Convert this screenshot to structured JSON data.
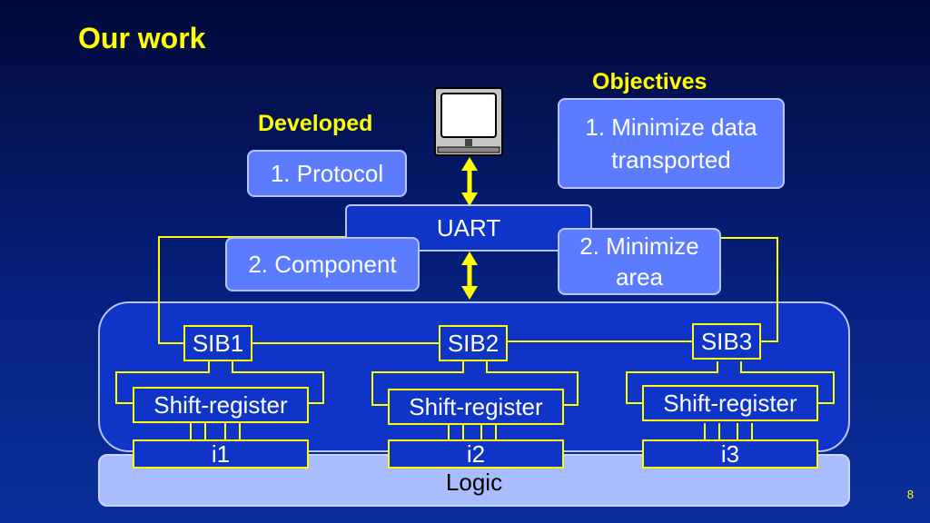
{
  "slide": {
    "title": "Our work",
    "page_number": "8"
  },
  "developed": {
    "heading": "Developed",
    "items": [
      "1. Protocol",
      "2. Component"
    ]
  },
  "objectives": {
    "heading": "Objectives",
    "item1_line1": "1. Minimize data",
    "item1_line2": "transported",
    "item2_line1": "2. Minimize",
    "item2_line2": "area"
  },
  "diagram": {
    "uart": "UART",
    "sibs": [
      "SIB1",
      "SIB2",
      "SIB3"
    ],
    "shift_registers": [
      "Shift-register",
      "Shift-register",
      "Shift-register"
    ],
    "instruments": [
      "i1",
      "i2",
      "i3"
    ],
    "logic": "Logic"
  },
  "colors": {
    "title": "#ffff00",
    "box_fill": "#5b7cff",
    "core_fill": "#0f34c8",
    "wire": "#ffff00",
    "logic_fill": "#a9bcff"
  },
  "icons": [
    "computer-icon",
    "double-arrow-icon"
  ]
}
